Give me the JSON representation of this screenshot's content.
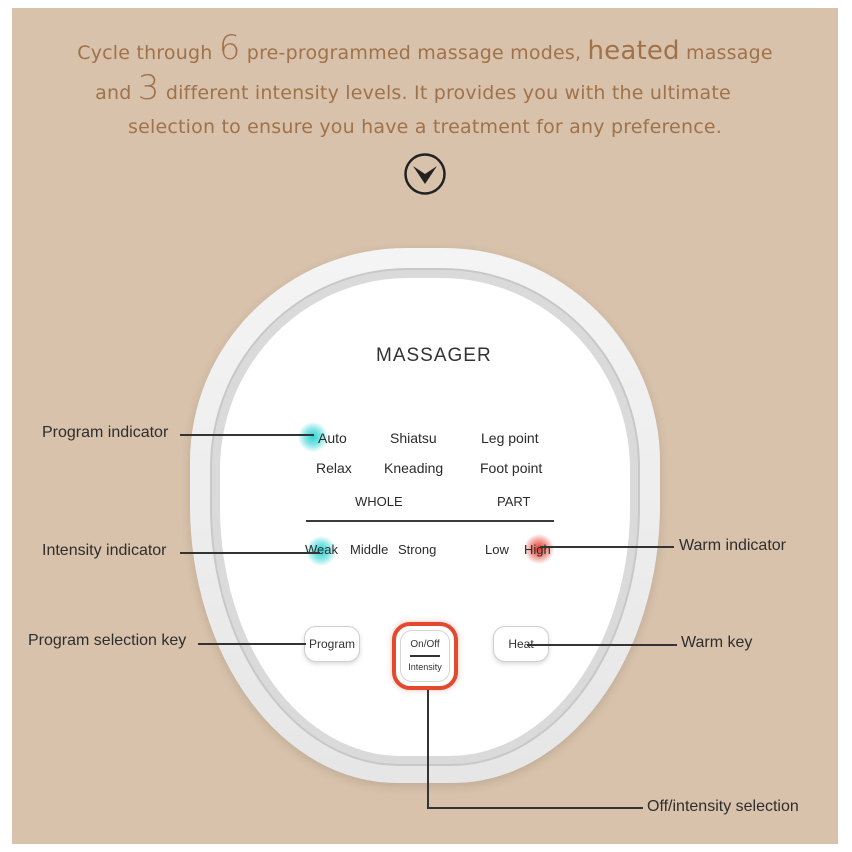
{
  "headline": {
    "line1": {
      "pre": "Cycle through ",
      "num": "6",
      "mid": " pre-programmed massage modes, ",
      "emph": "heated",
      "post": " massage"
    },
    "line2": {
      "pre": "and ",
      "num": "3",
      "post": " different intensity levels. It provides you with the ultimate"
    },
    "line3": "selection to ensure you have a treatment for any preference."
  },
  "panel": {
    "title": "MASSAGER",
    "programs_row1": [
      "Auto",
      "Shiatsu",
      "Leg point"
    ],
    "programs_row2": [
      "Relax",
      "Kneading",
      "Foot point"
    ],
    "group_whole": "WHOLE",
    "group_part": "PART",
    "intensity": [
      "Weak",
      "Middle",
      "Strong"
    ],
    "warm": [
      "Low",
      "High"
    ],
    "keys": {
      "program": "Program",
      "onoff_top": "On/Off",
      "onoff_bottom": "Intensity",
      "heat": "Heat"
    }
  },
  "callouts": {
    "program_indicator": "Program indicator",
    "intensity_indicator": "Intensity indicator",
    "program_selection_key": "Program selection key",
    "warm_indicator": "Warm indicator",
    "warm_key": "Warm key",
    "off_intensity_selection": "Off/intensity selection"
  },
  "colors": {
    "background": "#d8c2ab",
    "headline_text": "#a0724a",
    "indicator_teal": "#2fd3d3",
    "indicator_red": "#e23a2a",
    "power_ring": "#e2492e"
  },
  "icons": {
    "scroll_down": "chevron-down-circle-icon"
  }
}
